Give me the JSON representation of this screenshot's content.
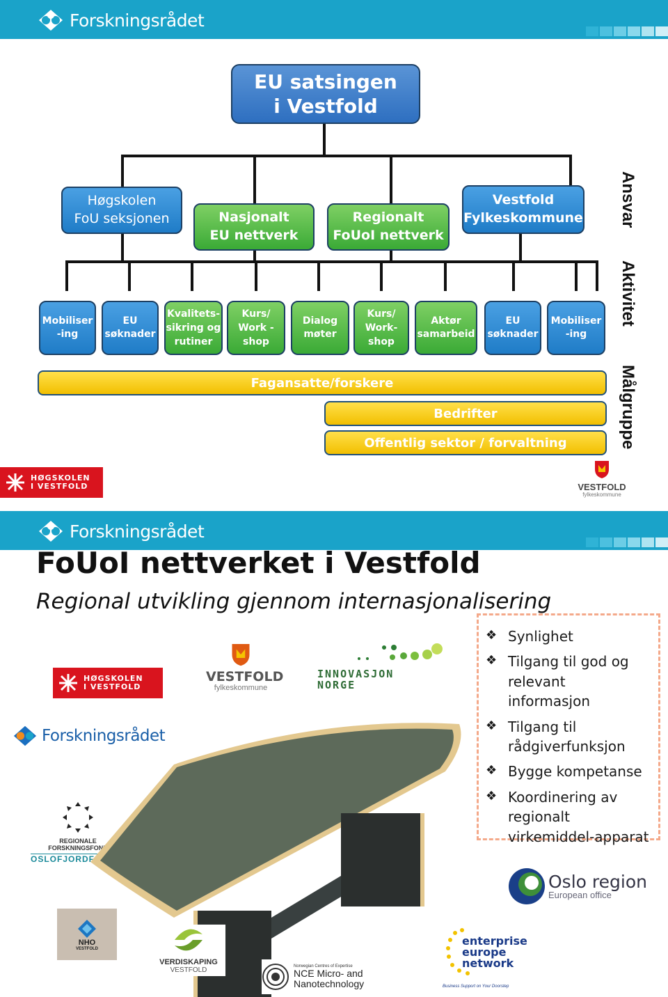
{
  "header": {
    "brand": "Forskningsrådet"
  },
  "org": {
    "top": "EU satsingen\ni Vestfold",
    "mid": [
      "Høgskolen\nFoU seksjonen",
      "Nasjonalt\nEU nettverk",
      "Regionalt\nFoUoI nettverk",
      "Vestfold\nFylkeskommune"
    ],
    "activities": [
      "Mobiliser\n-ing",
      "EU\nsøknader",
      "Kvalitets-\nsikring og\nrutiner",
      "Kurs/\nWork -\nshop",
      "Dialog\nmøter",
      "Kurs/\nWork-\nshop",
      "Aktør\nsamarbeid",
      "EU\nsøknader",
      "Mobiliser\n-ing"
    ],
    "targets": [
      "Fagansatte/forskere",
      "Bedrifter",
      "Offentlig sektor / forvaltning"
    ],
    "side_labels": [
      "Ansvar",
      "Aktivitet",
      "Målgruppe"
    ]
  },
  "logos": {
    "hiv_line1": "HØGSKOLEN",
    "hiv_line2": "I VESTFOLD",
    "vestfold": "VESTFOLD",
    "vestfold_sub": "fylkeskommune",
    "innovasjon1": "INNOVASJON",
    "innovasjon2": "NORGE",
    "forskning": "Forskningsrådet",
    "rff1": "REGIONALE",
    "rff2": "FORSKNINGSFOND",
    "rff3": "OSLOFJORDFONDET",
    "nho1": "NHO",
    "nho2": "VESTFOLD",
    "verdi1": "VERDISKAPING",
    "verdi2": "VESTFOLD",
    "nce_small": "Norwegian Centres of Expertise",
    "nce1": "NCE Micro- and",
    "nce2": "Nanotechnology",
    "een1": "enterprise",
    "een2": "europe",
    "een3": "network",
    "een4": "Business Support on Your Doorstep",
    "oslo1": "Oslo region",
    "oslo2": "European office"
  },
  "slide2": {
    "title": "FoUoI nettverket i Vestfold",
    "subtitle": "Regional utvikling gjennom internasjonalisering",
    "bullets": [
      "Synlighet",
      "Tilgang til god og relevant informasjon",
      "Tilgang til rådgiverfunksjon",
      "Bygge kompetanse",
      "Koordinering av regionalt virkemiddel-apparat"
    ]
  },
  "colors": {
    "header": "#1aa3c9",
    "blue": "#1f7cc7",
    "green": "#3aaa36",
    "yellow": "#f2bf00",
    "hiv_red": "#d9141e"
  }
}
